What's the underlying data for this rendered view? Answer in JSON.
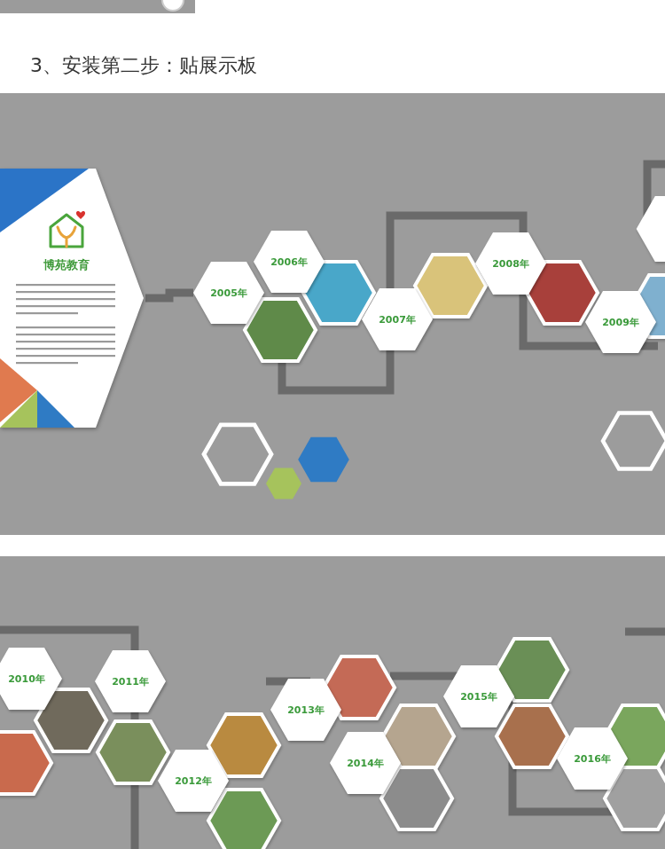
{
  "diagram": {
    "title": "3、安装第二步：贴展示板",
    "nodes": [
      {
        "text": [
          "博苑教育"
        ]
      },
      {
        "text": [
          "2005年"
        ]
      },
      {
        "text": [
          "2006年"
        ]
      },
      {
        "text": [
          "2007年"
        ]
      },
      {
        "text": [
          "2008年"
        ]
      },
      {
        "text": [
          "2009年"
        ]
      },
      {
        "text": [
          "2010年"
        ]
      },
      {
        "text": [
          "2011年"
        ]
      },
      {
        "text": [
          "2012年"
        ]
      },
      {
        "text": [
          "2013年"
        ]
      },
      {
        "text": [
          "2014年"
        ]
      },
      {
        "text": [
          "2015年"
        ]
      },
      {
        "text": [
          "2016年"
        ]
      }
    ],
    "edges": [
      {
        "from": 0,
        "to": 1,
        "arrow": "none"
      }
    ]
  }
}
